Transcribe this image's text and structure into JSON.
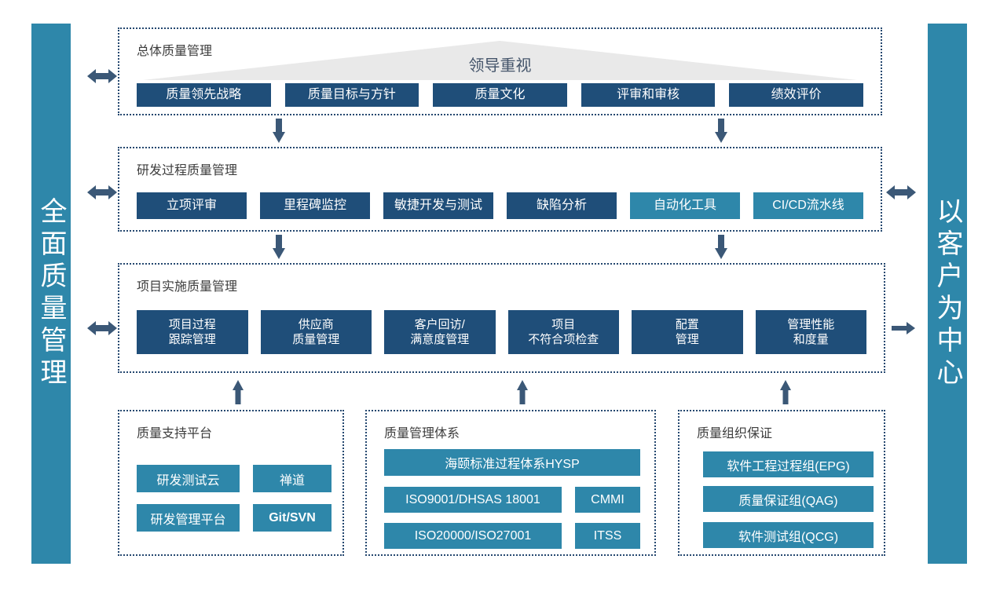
{
  "left_bar": {
    "text": "全面质量管理"
  },
  "right_bar": {
    "text": "以客户为中心"
  },
  "sections": {
    "overall": {
      "title": "总体质量管理",
      "banner": "领导重视",
      "items": [
        "质量领先战略",
        "质量目标与方针",
        "质量文化",
        "评审和审核",
        "绩效评价"
      ]
    },
    "rd_process": {
      "title": "研发过程质量管理",
      "items": [
        {
          "label": "立项评审",
          "color": "dark"
        },
        {
          "label": "里程碑监控",
          "color": "dark"
        },
        {
          "label": "敏捷开发与测试",
          "color": "dark"
        },
        {
          "label": "缺陷分析",
          "color": "dark"
        },
        {
          "label": "自动化工具",
          "color": "teal"
        },
        {
          "label": "CI/CD流水线",
          "color": "teal"
        }
      ]
    },
    "project_impl": {
      "title": "项目实施质量管理",
      "items": [
        {
          "line1": "项目过程",
          "line2": "跟踪管理"
        },
        {
          "line1": "供应商",
          "line2": "质量管理"
        },
        {
          "line1": "客户回访/",
          "line2": "满意度管理"
        },
        {
          "line1": "项目",
          "line2": "不符合项检查"
        },
        {
          "line1": "配置",
          "line2": "管理"
        },
        {
          "line1": "管理性能",
          "line2": "和度量"
        }
      ]
    },
    "support_platform": {
      "title": "质量支持平台",
      "items": [
        "研发测试云",
        "禅道",
        "研发管理平台",
        "Git/SVN"
      ]
    },
    "quality_system": {
      "title": "质量管理体系",
      "full_item": "海颐标准过程体系HYSP",
      "rows": [
        [
          "ISO9001/DHSAS 18001",
          "CMMI"
        ],
        [
          "ISO20000/ISO27001",
          "ITSS"
        ]
      ]
    },
    "quality_org": {
      "title": "质量组织保证",
      "items": [
        "软件工程过程组(EPG)",
        "质量保证组(QAG)",
        "软件测试组(QCG)"
      ]
    }
  },
  "colors": {
    "dark_blue": "#1f4e79",
    "teal": "#2e87aa",
    "arrow": "#3b5877",
    "dotted_border": "#24476f",
    "triangle_gray": "#e9e9e9",
    "banner_text": "#44546a",
    "label_text": "#3d3d3d"
  }
}
